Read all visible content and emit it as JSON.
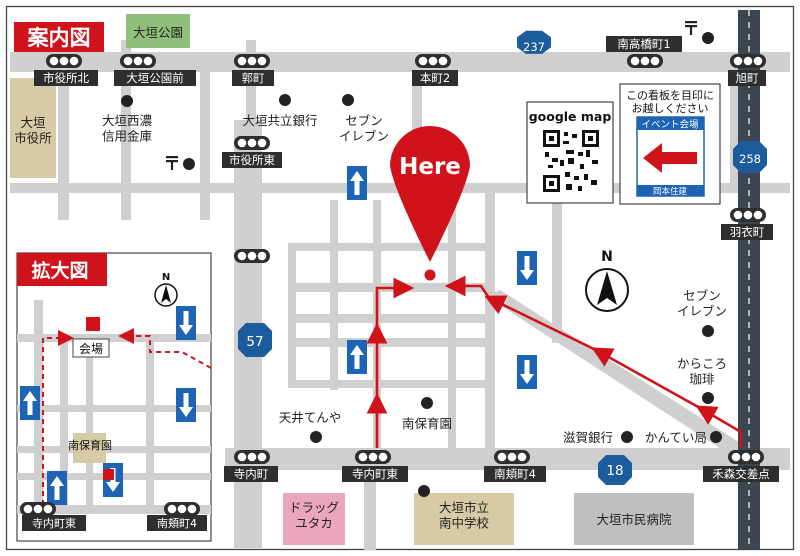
{
  "title": "案内図",
  "inset_title": "拡大図",
  "colors": {
    "accent_red": "#d0121b",
    "road": "#cfcfcf",
    "route_blue": "#5a6f86",
    "signal_box": "#2e2e2e",
    "block_beige": "#d7cba5",
    "block_green": "#8fbf7a",
    "block_pink": "#e9a6bc",
    "block_gray": "#bfbfbf",
    "highway_dark": "#3a4652",
    "shield_blue": "#1c5c9c"
  },
  "here_label": "Here",
  "qr": {
    "title": "google map"
  },
  "sign": {
    "line1": "この看板を目印に",
    "line2": "お越しください",
    "header": "イベント会場",
    "footer": "岡本住建"
  },
  "route_numbers": {
    "r237": "237",
    "r258": "258",
    "r57": "57",
    "r18": "18"
  },
  "intersections": {
    "shiyakushokita": "市役所北",
    "ogakikoenmae": "大垣公園前",
    "kurumamachi": "郭町",
    "honmachi2": "本町2",
    "minamitakahashi1": "南高橋町1",
    "asahimachi": "旭町",
    "shiyakushohigashi": "市役所東",
    "hagoromocho": "羽衣町",
    "terauchicho": "寺内町",
    "terauchichohigashi": "寺内町東",
    "minamiyoricho4": "南頬町4",
    "nemorikosaten": "禾森交差点"
  },
  "places": {
    "ogaki_koen": "大垣公園",
    "ogaki_shiyakusho": "大垣\n市役所",
    "ogaki_seino": "大垣西濃\n信用金庫",
    "ogaki_kyoritsu": "大垣共立銀行",
    "seven1": "セブン\nイレブン",
    "seven2": "セブン\nイレブン",
    "karakoro": "からころ\n珈琲",
    "shiga_ginko": "滋賀銀行",
    "kantei": "かんてい局",
    "tenten": "天井てんや",
    "minami_hoikuen": "南保育園",
    "drug_yutaka": "ドラッグ\nユタカ",
    "minami_chugakko": "大垣市立\n南中学校",
    "shimin_byoin": "大垣市民病院"
  },
  "inset": {
    "venue": "会場",
    "minami_hoikuen": "南保育園",
    "terauchichohigashi": "寺内町東",
    "minamiyoricho4": "南頬町4"
  },
  "compass": {
    "north": "N"
  },
  "compass_inset": {
    "north": "N"
  }
}
